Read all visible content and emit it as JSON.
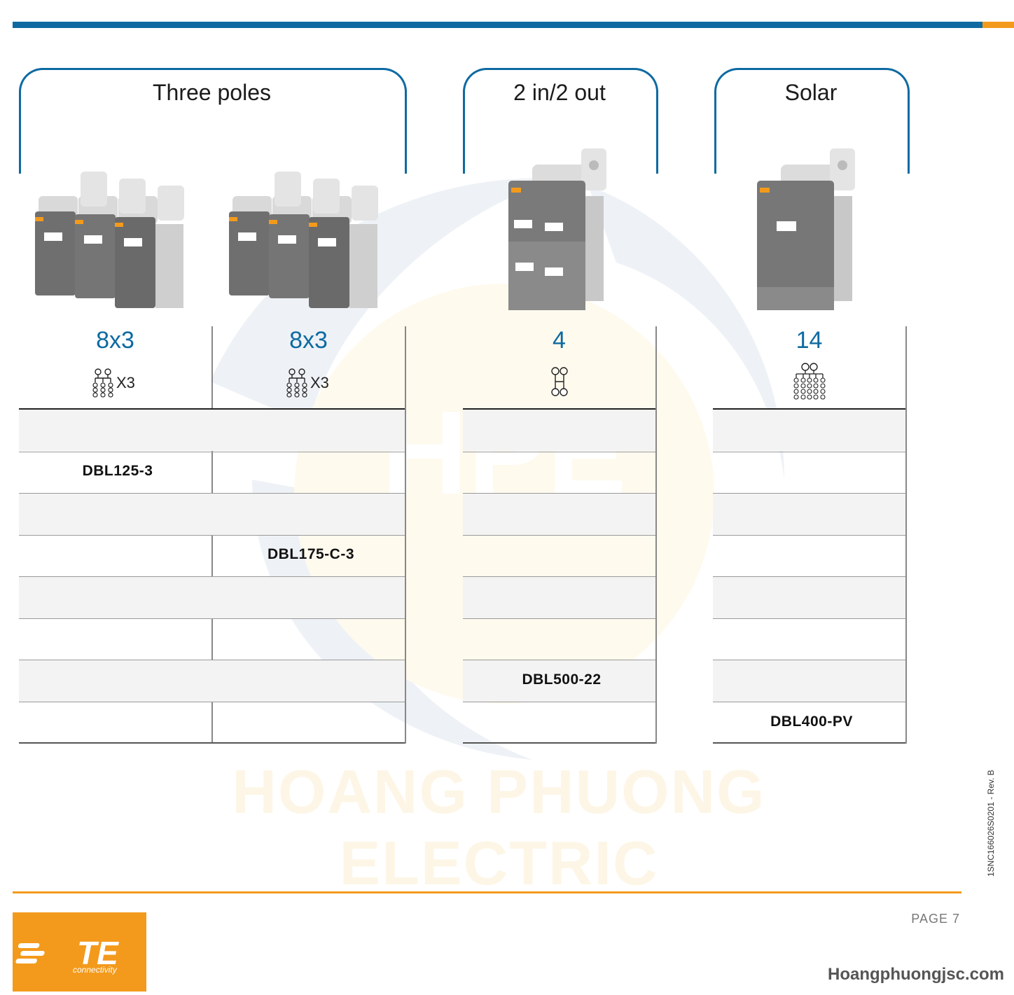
{
  "colors": {
    "brand_blue": "#0e6aa1",
    "brand_orange": "#f39a1c"
  },
  "watermark": {
    "text": "HOANG PHUONG ELECTRIC",
    "logo_text": "HPE"
  },
  "groups": [
    {
      "title": "Three poles"
    },
    {
      "title": "2 in/2 out"
    },
    {
      "title": "Solar"
    }
  ],
  "products": [
    {
      "count": "8x3",
      "symbol_suffix": "X3",
      "model": "DBL125-3",
      "label_text": "DBL125-3"
    },
    {
      "count": "8x3",
      "symbol_suffix": "X3",
      "model": "DBL175-C-3",
      "label_text": "DBL175-C-3"
    },
    {
      "count": "4",
      "symbol_suffix": "",
      "model": "DBL500-22",
      "label_text": "DBL500-22"
    },
    {
      "count": "14",
      "symbol_suffix": "",
      "model": "DBL400-PV",
      "label_text": "DBL400-PV"
    }
  ],
  "doc_ref": "1SNC166026S0201 - Rev. B",
  "page_label": "PAGE 7",
  "logo": {
    "text": "TE",
    "subtext": "connectivity"
  },
  "website": "Hoangphuongjsc.com"
}
